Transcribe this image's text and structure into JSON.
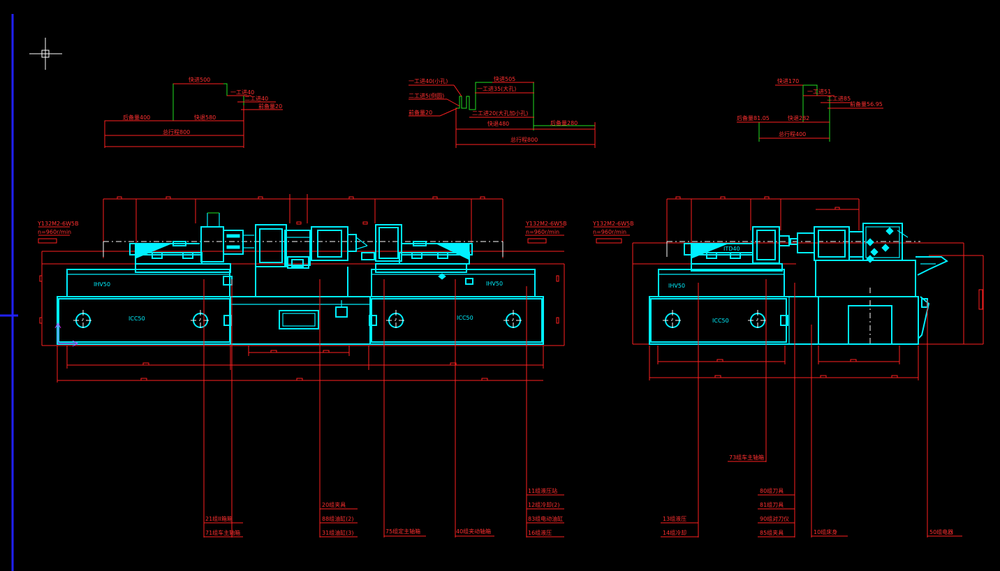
{
  "process_charts": {
    "left": {
      "labels": [
        "快进500",
        "一工进40",
        "二工进40",
        "前备量20",
        "后备量400",
        "快退580",
        "总行程800"
      ]
    },
    "middle": {
      "labels": [
        "一工进40(小孔)",
        "快进505",
        "一工进35(大孔)",
        "二工进5(倒圆)",
        "前备量20",
        "二工进20(大孔加小孔)",
        "快退480",
        "后备量280",
        "总行程800"
      ]
    },
    "right": {
      "labels": [
        "快进170",
        "一工进51",
        "二工进85",
        "前备量56.95",
        "后备量81.05",
        "快退282",
        "总行程400"
      ]
    }
  },
  "model_labels": {
    "spec_left": [
      "Y132M2-6W5B",
      "n=960r/min"
    ],
    "spec_mid_right": [
      "Y132M2-6W5B",
      "n=960r/min"
    ],
    "spec_right": [
      "Y132M2-6W5B",
      "n=960r/min"
    ],
    "hv_left": "IHV50",
    "hv_mid": "IHV50",
    "hv_right": "IHV50",
    "cc_left": "ICC50",
    "cc_mid": "ICC50",
    "cc_right": "ICC50",
    "td": "ITD40"
  },
  "part_labels": [
    "21组II箱箱",
    "71组车主轴箱",
    "20组夹具",
    "88组油缸(2)",
    "31组油缸(3)",
    "75组定主轴箱",
    "40组夹动轴箱",
    "11组液压站",
    "12组冷却(2)",
    "83组电动油缸",
    "16组液压",
    "13组液压",
    "14组冷却",
    "73组车主轴箱",
    "80组刀具",
    "81组刀具",
    "90组对刀仪",
    "85组夹具",
    "10组床身",
    "50组电器"
  ]
}
